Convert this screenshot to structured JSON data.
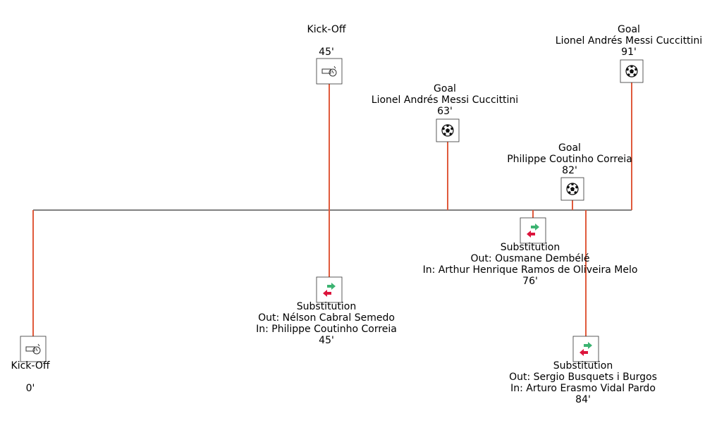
{
  "colors": {
    "axis": "#808080",
    "stem": "#e05a3c",
    "icon_border": "#333333",
    "sub_in_arrow": "#3cb371",
    "sub_out_arrow": "#dc143c"
  },
  "events": [
    {
      "type": "Kick-Off",
      "icon": "whistle-icon",
      "minute": "0'",
      "player": "",
      "lines": []
    },
    {
      "type": "Kick-Off",
      "icon": "whistle-icon",
      "minute": "45'",
      "player": "",
      "lines": []
    },
    {
      "type": "Substitution",
      "icon": "substitution-icon",
      "minute": "45'",
      "player": "",
      "lines": [
        "Out: Nélson Cabral Semedo",
        "In: Philippe Coutinho Correia"
      ]
    },
    {
      "type": "Goal",
      "icon": "soccer-ball-icon",
      "minute": "63'",
      "player": "Lionel Andrés Messi Cuccittini",
      "lines": []
    },
    {
      "type": "Substitution",
      "icon": "substitution-icon",
      "minute": "76'",
      "player": "",
      "lines": [
        "Out: Ousmane Dembélé",
        "In: Arthur Henrique Ramos de Oliveira Melo"
      ]
    },
    {
      "type": "Goal",
      "icon": "soccer-ball-icon",
      "minute": "82'",
      "player": "Philippe Coutinho Correia",
      "lines": []
    },
    {
      "type": "Substitution",
      "icon": "substitution-icon",
      "minute": "84'",
      "player": "",
      "lines": [
        "Out: Sergio Busquets i Burgos",
        "In: Arturo Erasmo Vidal Pardo"
      ]
    },
    {
      "type": "Goal",
      "icon": "soccer-ball-icon",
      "minute": "91'",
      "player": "Lionel Andrés Messi Cuccittini",
      "lines": []
    }
  ]
}
